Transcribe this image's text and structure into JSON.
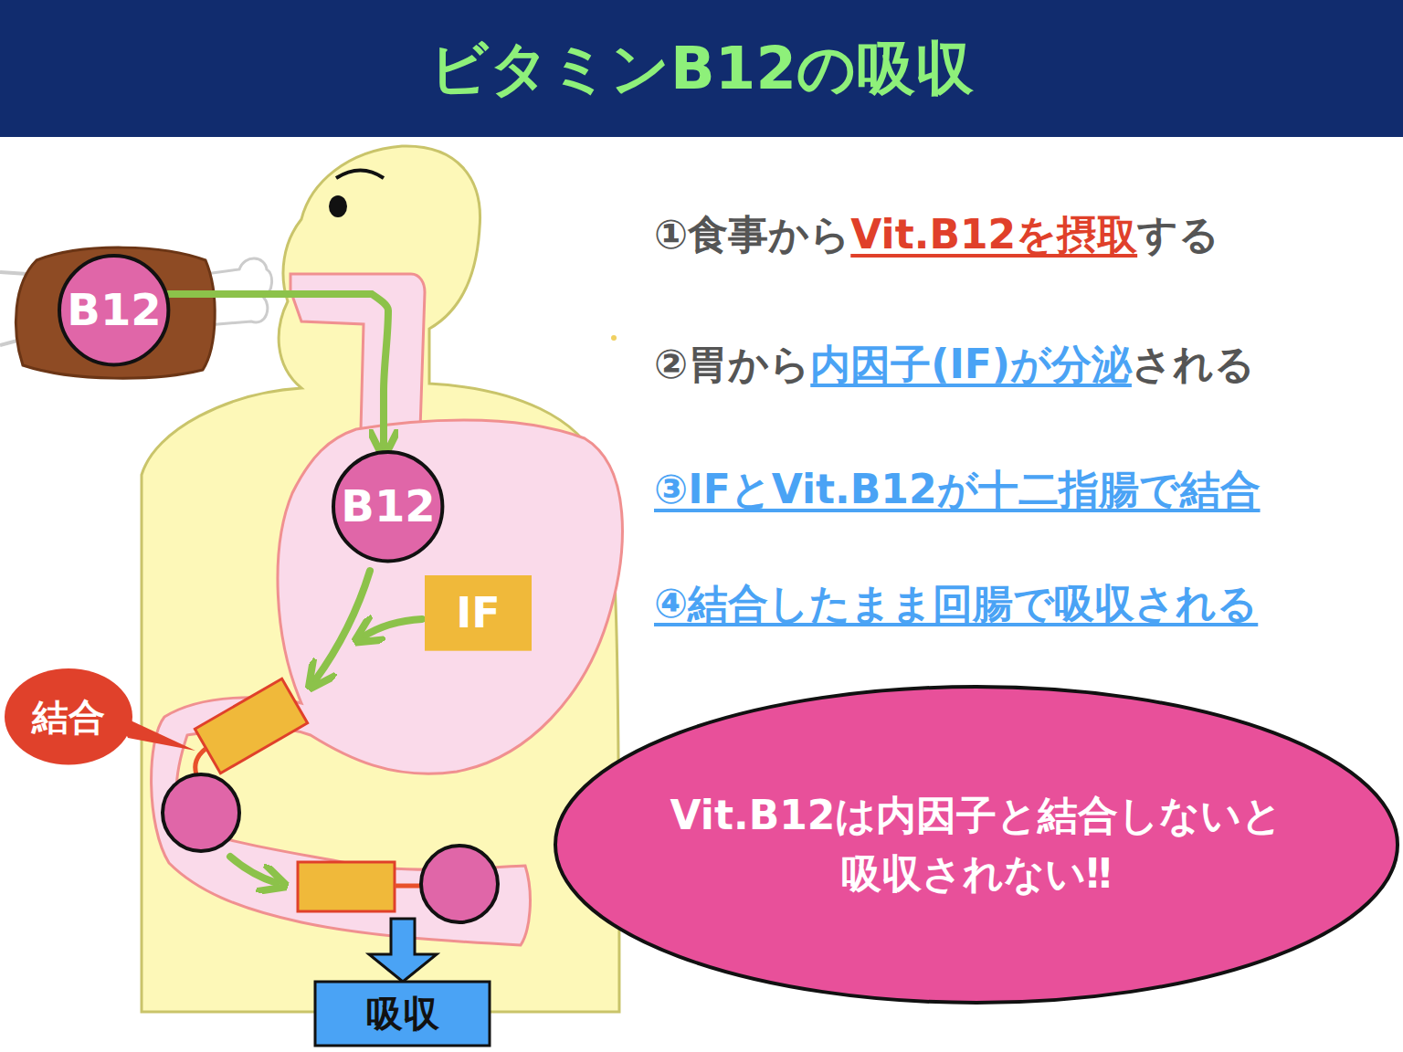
{
  "diagram": {
    "title": "ビタミンB12の吸収",
    "nodes": [
      {
        "text": [
          "B12"
        ]
      },
      {
        "text": [
          "B12"
        ]
      },
      {
        "text": [
          "IF"
        ]
      },
      {
        "text": [
          "結合"
        ]
      },
      {
        "text": [
          "Vit.B12は内因子と結合しないと 吸収されない‼"
        ]
      },
      {
        "text": [
          "吸収"
        ]
      }
    ],
    "edges": [
      {
        "from": 0,
        "to": 1,
        "arrow": "to"
      }
    ],
    "labels": [
      "①食事から",
      "Vit.B12を摂取",
      "する",
      "②胃から",
      "内因子(IF)が分泌",
      "される",
      "③IFとVit.B12が十二指腸で結合",
      "④結合したまま回腸で吸収される"
    ]
  }
}
